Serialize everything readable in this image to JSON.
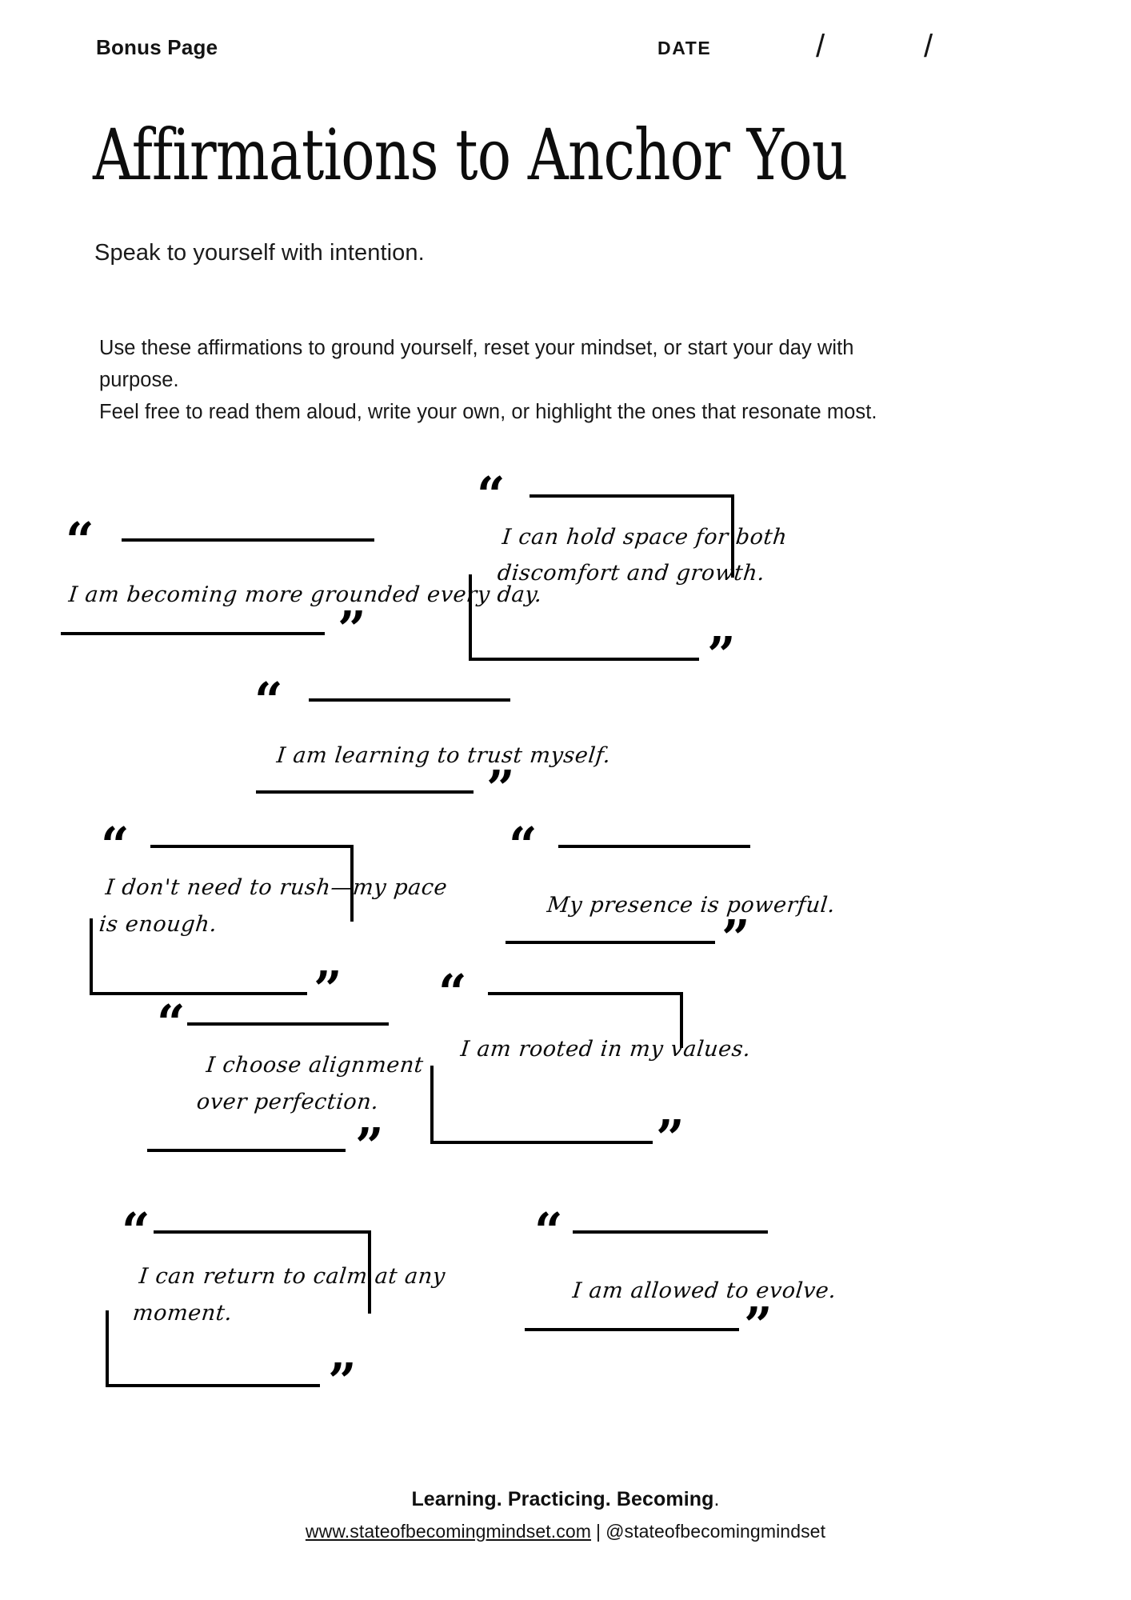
{
  "header": {
    "bonus_label": "Bonus Page",
    "date_label": "DATE",
    "slash_1": "/",
    "slash_2": "/"
  },
  "title": "Affirmations to Anchor You",
  "subtitle": "Speak to yourself with intention.",
  "intro": {
    "line_1": "Use these affirmations to ground yourself, reset your mindset, or start your day with purpose.",
    "line_2": "Feel free to read them aloud, write your own, or highlight the ones that resonate most."
  },
  "quote_marks": {
    "open": "“",
    "close": "”"
  },
  "affirmations": [
    {
      "id": "grounded",
      "text": "I am becoming more grounded every day."
    },
    {
      "id": "hold-space",
      "text": "I can hold space for both discomfort and growth."
    },
    {
      "id": "trust",
      "text": "I am learning to trust myself."
    },
    {
      "id": "pace",
      "text": "I don't need to rush—my pace is enough."
    },
    {
      "id": "presence",
      "text": "My presence is powerful."
    },
    {
      "id": "alignment",
      "text": "I choose alignment over perfection."
    },
    {
      "id": "rooted",
      "text": "I am rooted in my values."
    },
    {
      "id": "calm",
      "text": "I can return to calm at any moment."
    },
    {
      "id": "evolve",
      "text": "I am allowed to evolve."
    }
  ],
  "affirmation_lines": {
    "hold_space_1": "I can hold space for both",
    "hold_space_2": "discomfort and growth.",
    "pace_1": "I don't need to rush—my pace",
    "pace_2": "is enough.",
    "alignment_1": "I choose alignment",
    "alignment_2": "over perfection.",
    "calm_1": "I can return to calm at any",
    "calm_2": "moment."
  },
  "footer": {
    "tagline": "Learning. Practicing. Becoming",
    "tagline_dot": ".",
    "website": "www.stateofbecomingmindset.com",
    "separator": "|",
    "handle": "@stateofbecomingmindset"
  },
  "colors": {
    "ink": "#000000",
    "paper": "#ffffff",
    "text": "#141414"
  }
}
